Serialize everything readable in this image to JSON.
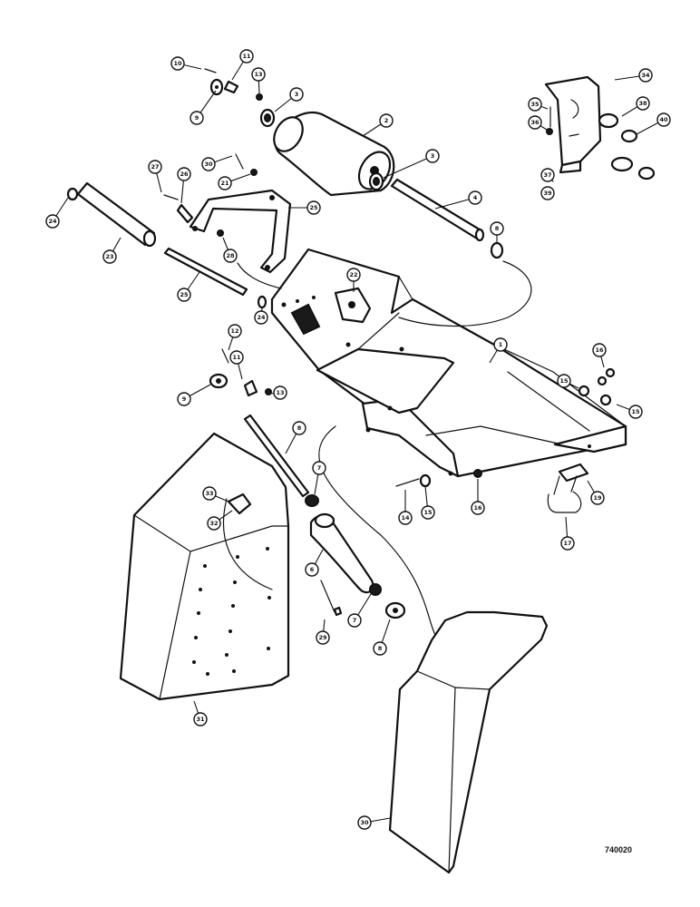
{
  "figure_code": "740020",
  "callouts": [
    {
      "label": "10"
    },
    {
      "label": "11"
    },
    {
      "label": "13"
    },
    {
      "label": "3"
    },
    {
      "label": "9"
    },
    {
      "label": "2"
    },
    {
      "label": "3"
    },
    {
      "label": "4"
    },
    {
      "label": "8"
    },
    {
      "label": "34"
    },
    {
      "label": "35"
    },
    {
      "label": "36"
    },
    {
      "label": "38"
    },
    {
      "label": "40"
    },
    {
      "label": "37"
    },
    {
      "label": "39"
    },
    {
      "label": "27"
    },
    {
      "label": "26"
    },
    {
      "label": "30"
    },
    {
      "label": "21"
    },
    {
      "label": "25"
    },
    {
      "label": "28"
    },
    {
      "label": "24"
    },
    {
      "label": "23"
    },
    {
      "label": "25"
    },
    {
      "label": "22"
    },
    {
      "label": "24"
    },
    {
      "label": "12"
    },
    {
      "label": "11"
    },
    {
      "label": "9"
    },
    {
      "label": "13"
    },
    {
      "label": "8"
    },
    {
      "label": "1"
    },
    {
      "label": "16"
    },
    {
      "label": "15"
    },
    {
      "label": "15"
    },
    {
      "label": "14"
    },
    {
      "label": "15"
    },
    {
      "label": "16"
    },
    {
      "label": "19"
    },
    {
      "label": "17"
    },
    {
      "label": "7"
    },
    {
      "label": "6"
    },
    {
      "label": "7"
    },
    {
      "label": "8"
    },
    {
      "label": "33"
    },
    {
      "label": "32"
    },
    {
      "label": "29"
    },
    {
      "label": "31"
    },
    {
      "label": "30"
    }
  ]
}
